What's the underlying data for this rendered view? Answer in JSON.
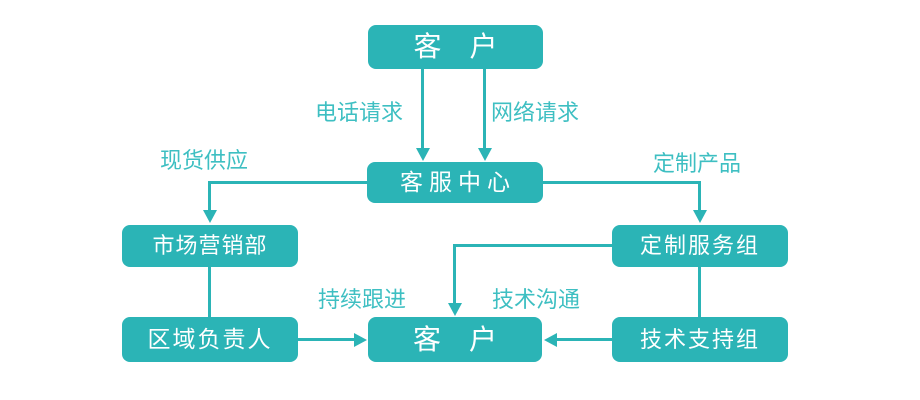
{
  "colors": {
    "box_fill": "#2BB4B6",
    "box_text": "#FFFFFF",
    "connector_line": "#2BB4B6",
    "edge_label_text": "#3EBFC2",
    "background": "#FFFFFF"
  },
  "nodes": {
    "customer_top": {
      "label": "客　户"
    },
    "service_center": {
      "label": "客服中心"
    },
    "marketing_dept": {
      "label": "市场营销部"
    },
    "custom_service_group": {
      "label": "定制服务组"
    },
    "regional_manager": {
      "label": "区域负责人"
    },
    "tech_support_group": {
      "label": "技术支持组"
    },
    "customer_bottom": {
      "label": "客　户"
    }
  },
  "edge_labels": {
    "phone_request": "电话请求",
    "network_request": "网络请求",
    "spot_supply": "现货供应",
    "custom_product": "定制产品",
    "continuous_follow_up": "持续跟进",
    "tech_communication": "技术沟通"
  }
}
